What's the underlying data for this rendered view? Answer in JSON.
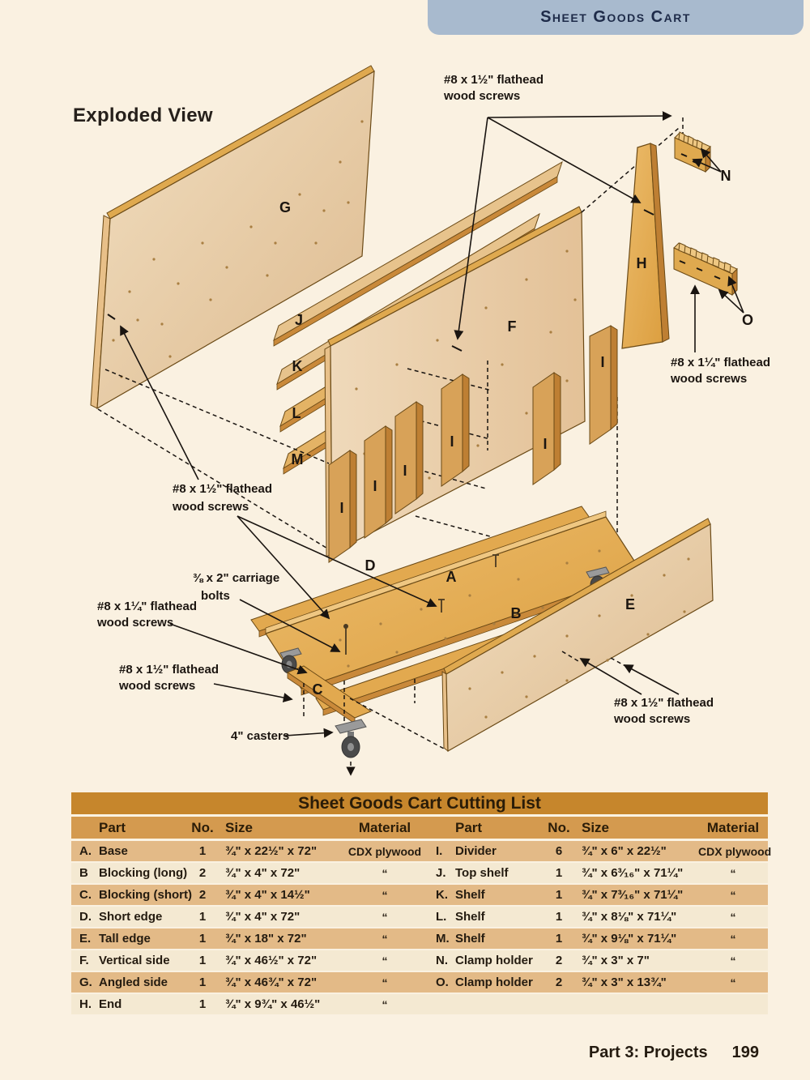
{
  "header": {
    "tab_title": "Sheet Goods Cart"
  },
  "diagram": {
    "title": "Exploded View",
    "callouts": {
      "top_screws": [
        "#8 x 1½\" flathead",
        "wood screws"
      ],
      "right_screws": [
        "#8 x 1¼\" flathead",
        "wood screws"
      ],
      "left_screws": [
        "#8 x 1½\" flathead",
        "wood screws"
      ],
      "carriage_bolts": [
        "⅜ x 2\" carriage",
        "bolts"
      ],
      "left_screws2": [
        "#8 x 1¼\" flathead",
        "wood screws"
      ],
      "left_screws3": [
        "#8 x 1½\" flathead",
        "wood screws"
      ],
      "casters": "4\" casters",
      "bottom_right_screws": [
        "#8 x 1½\" flathead",
        "wood screws"
      ]
    },
    "part_letters": {
      "a": "A",
      "b": "B",
      "c": "C",
      "d": "D",
      "e": "E",
      "f": "F",
      "g": "G",
      "h": "H",
      "i": "I",
      "j": "J",
      "k": "K",
      "l": "L",
      "m": "M",
      "n": "N",
      "o": "O"
    }
  },
  "cutting_list": {
    "title": "Sheet Goods Cart Cutting List",
    "columns": [
      "Part",
      "No.",
      "Size",
      "Material"
    ],
    "rows": [
      {
        "l": {
          "letter": "A.",
          "name": "Base",
          "qty": "1",
          "size": "¾\" x 22½\" x 72\"",
          "mat": "CDX plywood"
        },
        "r": {
          "letter": "I.",
          "name": "Divider",
          "qty": "6",
          "size": "¾\" x 6\" x 22½\"",
          "mat": "CDX plywood"
        }
      },
      {
        "l": {
          "letter": "B",
          "name": "Blocking (long)",
          "qty": "2",
          "size": "¾\" x 4\" x 72\"",
          "mat": "“"
        },
        "r": {
          "letter": "J.",
          "name": "Top shelf",
          "qty": "1",
          "size": "¾\" x 6³⁄₁₆\" x 71¼\"",
          "mat": "“"
        }
      },
      {
        "l": {
          "letter": "C.",
          "name": "Blocking (short)",
          "qty": "2",
          "size": "¾\" x 4\" x 14½\"",
          "mat": "“"
        },
        "r": {
          "letter": "K.",
          "name": "Shelf",
          "qty": "1",
          "size": "¾\" x 7³⁄₁₆\" x 71¼\"",
          "mat": "“"
        }
      },
      {
        "l": {
          "letter": "D.",
          "name": "Short edge",
          "qty": "1",
          "size": "¾\" x 4\" x 72\"",
          "mat": "“"
        },
        "r": {
          "letter": "L.",
          "name": "Shelf",
          "qty": "1",
          "size": "¾\" x 8⅛\" x 71¼\"",
          "mat": "“"
        }
      },
      {
        "l": {
          "letter": "E.",
          "name": "Tall edge",
          "qty": "1",
          "size": "¾\" x 18\" x 72\"",
          "mat": "“"
        },
        "r": {
          "letter": "M.",
          "name": "Shelf",
          "qty": "1",
          "size": "¾\" x 9⅛\" x 71¼\"",
          "mat": "“"
        }
      },
      {
        "l": {
          "letter": "F.",
          "name": "Vertical side",
          "qty": "1",
          "size": "¾\" x 46½\" x 72\"",
          "mat": "“"
        },
        "r": {
          "letter": "N.",
          "name": "Clamp holder",
          "qty": "2",
          "size": "¾\" x 3\" x 7\"",
          "mat": "“"
        }
      },
      {
        "l": {
          "letter": "G.",
          "name": "Angled side",
          "qty": "1",
          "size": "¾\" x 46¾\" x 72\"",
          "mat": "“"
        },
        "r": {
          "letter": "O.",
          "name": "Clamp holder",
          "qty": "2",
          "size": "¾\" x 3\" x 13¾\"",
          "mat": "“"
        }
      },
      {
        "l": {
          "letter": "H.",
          "name": "End",
          "qty": "1",
          "size": "¾\" x 9¾\" x 46½\"",
          "mat": "“"
        },
        "r": null
      }
    ]
  },
  "footer": {
    "section": "Part 3: Projects",
    "page": "199"
  },
  "colors": {
    "page_bg": "#FAF1E1",
    "tab": "#A8BACE",
    "table_title": "#C6862C",
    "table_header": "#D49A4F",
    "row_dark": "#E3BA87",
    "row_light": "#F4E9D2",
    "wood_orange": "#E2A94F",
    "wood_ply": "#EDD6B4",
    "wood_edge": "#C08134"
  }
}
